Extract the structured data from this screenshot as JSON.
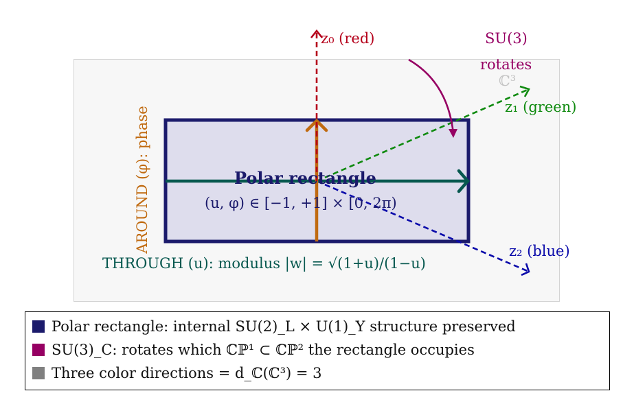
{
  "colors": {
    "rect_stroke": "#1b1a6b",
    "rect_fill": "#dedded",
    "through_arrow": "#07584f",
    "around_arrow": "#c06a10",
    "z0": "#b5001b",
    "z1": "#0f8a0f",
    "z2": "#0a0aaa",
    "su3": "#960063",
    "gray_note": "#808080"
  },
  "axes": {
    "z0_label": "z₀ (red)",
    "z1_label": "z₁ (green)",
    "z2_label": "z₂ (blue)"
  },
  "rotation": {
    "line1": "SU(3)",
    "line2": "rotates",
    "line3": "ℂ³"
  },
  "rectangle": {
    "title": "Polar rectangle",
    "domain": "(u, φ) ∈ [−1, +1] × [0, 2π)"
  },
  "arrows": {
    "around_label": "AROUND (φ): phase",
    "through_label": "THROUGH (u): modulus |w| = √(1+u)/(1−u)"
  },
  "legend": {
    "items": [
      {
        "color": "#1b1a6b",
        "text": "Polar rectangle: internal SU(2)_L × U(1)_Y structure preserved"
      },
      {
        "color": "#960063",
        "text": "SU(3)_C: rotates which ℂℙ¹ ⊂ ℂℙ² the rectangle occupies"
      },
      {
        "color": "#808080",
        "text": "Three color directions = d_ℂ(ℂ³) = 3"
      }
    ]
  }
}
